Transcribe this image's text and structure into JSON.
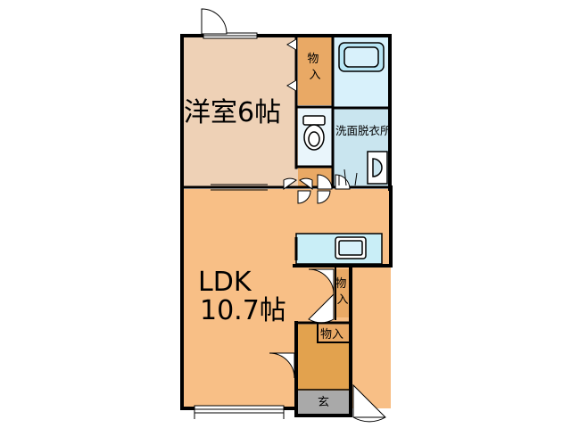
{
  "rooms": {
    "western_room": {
      "name": "洋室6帖"
    },
    "storage_top": {
      "label": "物入"
    },
    "washroom": {
      "label": "洗面脱衣所"
    },
    "ldk": {
      "line1": "LDK",
      "line2": "10.7帖"
    },
    "storage_middle": {
      "label": "物入"
    },
    "storage_entrance": {
      "label": "物入"
    },
    "entrance": {
      "label": "玄"
    }
  },
  "colors": {
    "western_room_floor": "#eed1b6",
    "ldk_floor": "#f8bf86",
    "storage_floor": "#e9a965",
    "entrance_hall_floor": "#e2a24e",
    "genkan_floor": "#a9a9a9",
    "wet_area_floor": "#d8f1fb",
    "washroom_floor": "#c9e5ef",
    "toilet_floor": "#e9f5fb",
    "kitchen_fixture": "#c9eef7",
    "wall": "#000000"
  }
}
